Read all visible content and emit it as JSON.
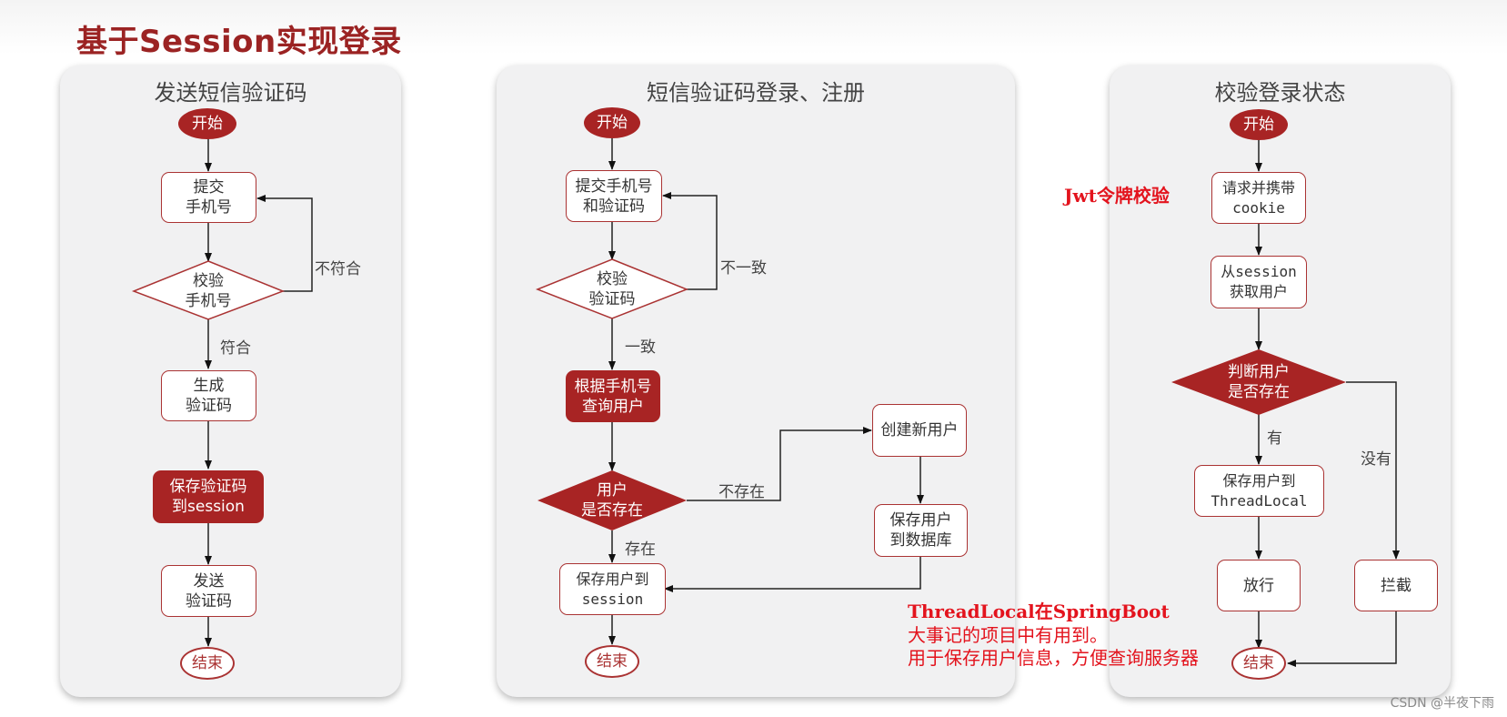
{
  "title": "基于Session实现登录",
  "colors": {
    "accent": "#a82424",
    "title": "#9b2323",
    "annotation": "#e3131d",
    "panel": "#f1f1f2"
  },
  "panels": {
    "send_code": {
      "title": "发送短信验证码",
      "start": "开始",
      "submit": "提交\n手机号",
      "check": "校验\n手机号",
      "generate": "生成\n验证码",
      "save": "保存验证码\n到session",
      "send": "发送\n验证码",
      "end": "结束",
      "label_fail": "不符合",
      "label_ok": "符合"
    },
    "login": {
      "title": "短信验证码登录、注册",
      "start": "开始",
      "submit": "提交手机号\n和验证码",
      "check": "校验\n验证码",
      "query": "根据手机号\n查询用户",
      "exists": "用户\n是否存在",
      "create": "创建新用户",
      "save_db": "保存用户\n到数据库",
      "save_session": "保存用户到\nsession",
      "end": "结束",
      "label_mismatch": "不一致",
      "label_match": "一致",
      "label_not_exist": "不存在",
      "label_exist": "存在"
    },
    "verify": {
      "title": "校验登录状态",
      "start": "开始",
      "request": "请求并携带\ncookie",
      "get_user": "从session\n获取用户",
      "judge": "判断用户\n是否存在",
      "save_tl": "保存用户到\nThreadLocal",
      "pass": "放行",
      "intercept": "拦截",
      "end": "结束",
      "label_has": "有",
      "label_none": "没有"
    }
  },
  "annotations": {
    "jwt": "Jwt令牌校验",
    "threadlocal_1": "ThreadLocal在SpringBoot",
    "threadlocal_2": "大事记的项目中有用到。",
    "threadlocal_3": "用于保存用户信息，方便查询服务器"
  },
  "watermark": "CSDN @半夜下雨"
}
